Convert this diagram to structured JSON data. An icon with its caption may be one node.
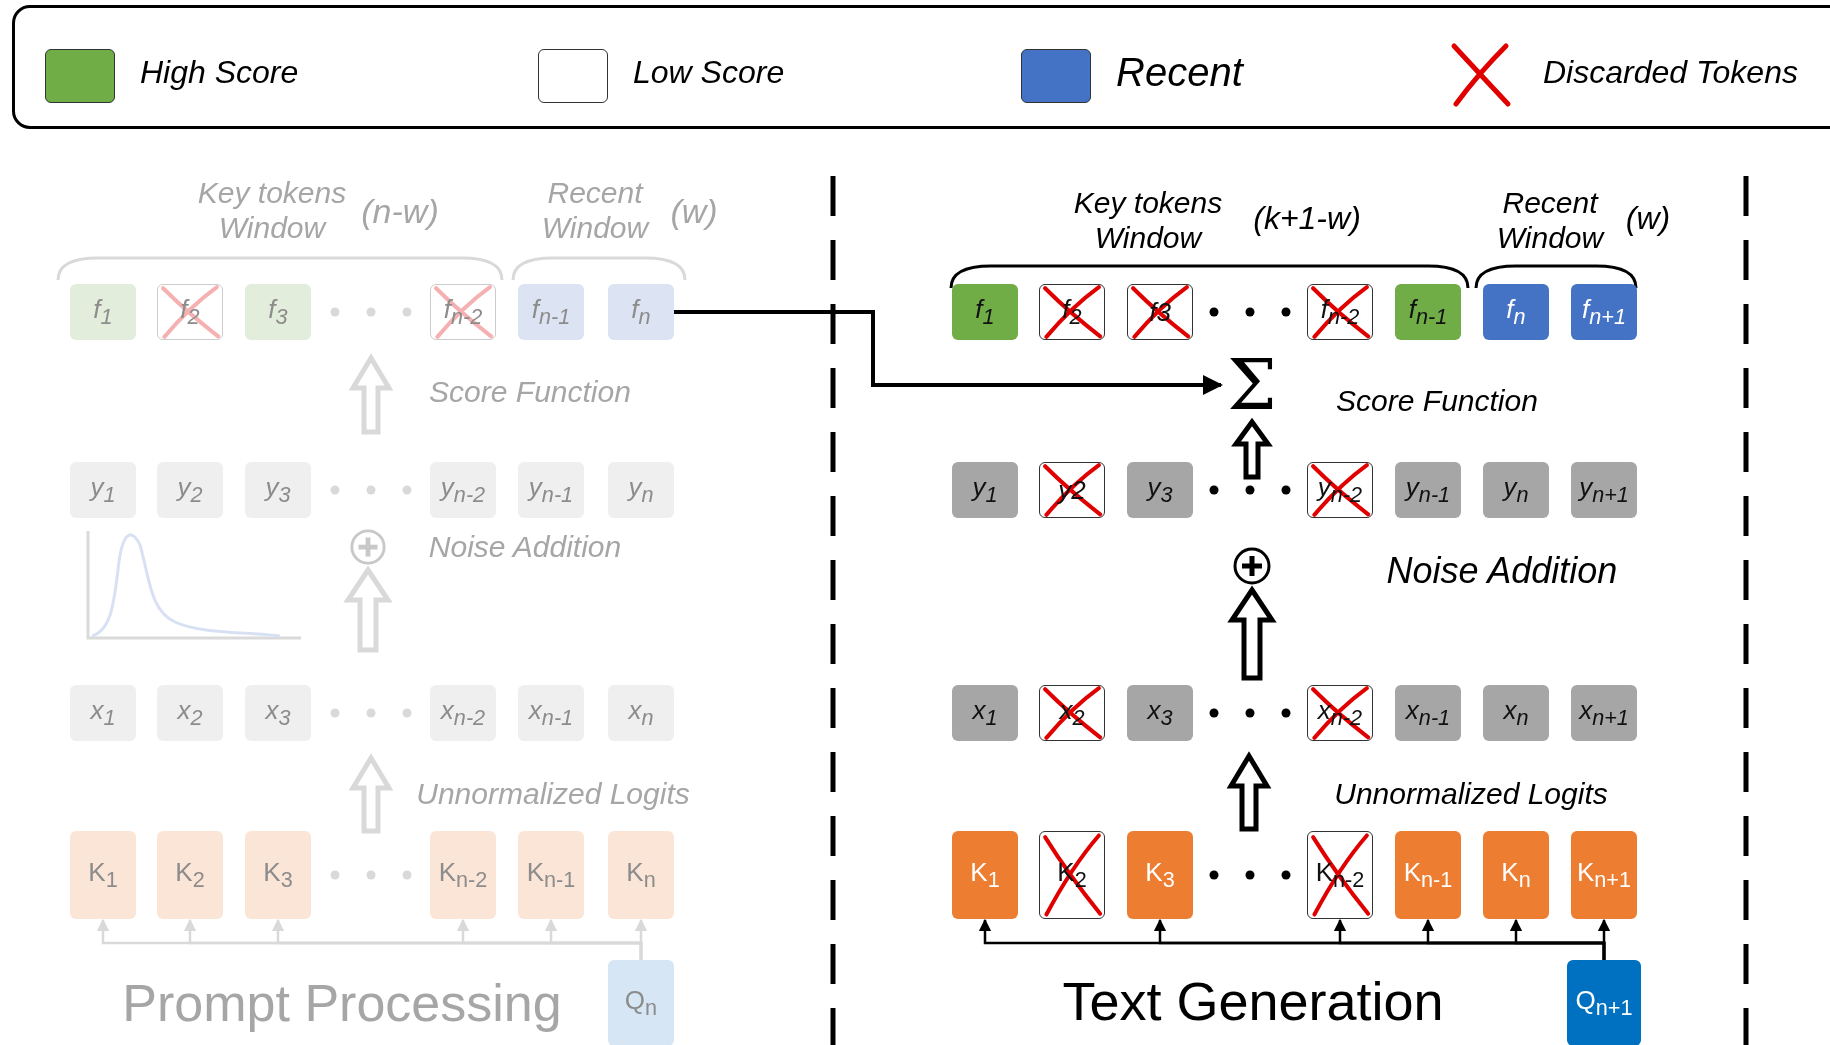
{
  "diagram": {
    "nodes": [
      {
        "text": [
          "f$_{1}$"
        ]
      },
      {
        "text": [
          "f$_{2}$"
        ]
      },
      {
        "text": [
          "f$_{3}$"
        ]
      },
      {
        "text": [
          "f$_{n-2}$"
        ]
      },
      {
        "text": [
          "f$_{n-1}$"
        ]
      },
      {
        "text": [
          "f$_{n}$"
        ]
      },
      {
        "text": [
          "y$_{1}$"
        ]
      },
      {
        "text": [
          "y$_{2}$"
        ]
      },
      {
        "text": [
          "y$_{3}$"
        ]
      },
      {
        "text": [
          "y$_{n-2}$"
        ]
      },
      {
        "text": [
          "y$_{n-1}$"
        ]
      },
      {
        "text": [
          "y$_{n}$"
        ]
      },
      {
        "text": [],
        "shape": "circle"
      },
      {
        "text": [
          "x$_{1}$"
        ]
      },
      {
        "text": [
          "x$_{2}$"
        ]
      },
      {
        "text": [
          "x$_{3}$"
        ]
      },
      {
        "text": [
          "x$_{n-2}$"
        ]
      },
      {
        "text": [
          "x$_{n-1}$"
        ]
      },
      {
        "text": [
          "x$_{n}$"
        ]
      },
      {
        "text": [
          "K$_{1}$"
        ]
      },
      {
        "text": [
          "K$_{2}$"
        ]
      },
      {
        "text": [
          "K$_{3}$"
        ]
      },
      {
        "text": [
          "K$_{n-2}$"
        ]
      },
      {
        "text": [
          "K$_{n-1}$"
        ]
      },
      {
        "text": [
          "K$_{n}$"
        ]
      },
      {
        "text": [
          "Q$_{n}$"
        ]
      },
      {
        "text": [
          "f$_{1}$"
        ]
      },
      {
        "text": [
          "f$_{2}$"
        ]
      },
      {
        "text": [
          "f3"
        ]
      },
      {
        "text": [
          "f$_{n-2}$"
        ]
      },
      {
        "text": [
          "f$_{n-1}$"
        ]
      },
      {
        "text": [
          "f$_{n}$"
        ]
      },
      {
        "text": [
          "f$_{n+1}$"
        ]
      },
      {
        "text": [
          "Σ"
        ]
      },
      {
        "text": [
          "y$_{1}$"
        ]
      },
      {
        "text": [
          "y2"
        ]
      },
      {
        "text": [
          "y$_{3}$"
        ]
      },
      {
        "text": [
          "y$_{n-2}$"
        ]
      },
      {
        "text": [
          "y$_{n-1}$"
        ]
      },
      {
        "text": [
          "y$_{n}$"
        ]
      },
      {
        "text": [
          "y$_{n+1}$"
        ]
      },
      {
        "text": [],
        "shape": "circle"
      },
      {
        "text": [
          "x$_{1}$"
        ]
      },
      {
        "text": [
          "x$_{2}$"
        ]
      },
      {
        "text": [
          "x$_{3}$"
        ]
      },
      {
        "text": [
          "x$_{n-2}$"
        ]
      },
      {
        "text": [
          "x$_{n-1}$"
        ]
      },
      {
        "text": [
          "x$_{n}$"
        ]
      },
      {
        "text": [
          "x$_{n+1}$"
        ]
      },
      {
        "text": [
          "K$_{1}$"
        ]
      },
      {
        "text": [
          "K$_{2}$"
        ]
      },
      {
        "text": [
          "K$_{3}$"
        ]
      },
      {
        "text": [
          "K$_{n-2}$"
        ]
      },
      {
        "text": [
          "K$_{n-1}$"
        ]
      },
      {
        "text": [
          "K$_{n}$"
        ]
      },
      {
        "text": [
          "K$_{n+1}$"
        ]
      },
      {
        "text": [
          "Q$_{n+1}$"
        ]
      }
    ],
    "edges": [
      {
        "from": 25,
        "to": 19,
        "arrow": "to",
        "color": "#d9d9d9"
      },
      {
        "from": 25,
        "to": 20,
        "arrow": "to",
        "color": "#d9d9d9"
      },
      {
        "from": 25,
        "to": 21,
        "arrow": "to",
        "color": "#d9d9d9"
      },
      {
        "from": 25,
        "to": 22,
        "arrow": "to",
        "color": "#d9d9d9"
      },
      {
        "from": 25,
        "to": 23,
        "arrow": "to",
        "color": "#d9d9d9"
      },
      {
        "from": 25,
        "to": 24,
        "arrow": "to",
        "color": "#d9d9d9"
      },
      {
        "from": 5,
        "to": 33,
        "arrow": "to"
      },
      {
        "from": null,
        "to": 12,
        "arrow": "to",
        "color": "#d9d9d9"
      },
      {
        "from": null,
        "to": 41,
        "arrow": "to"
      },
      {
        "from": null,
        "to": 33,
        "arrow": "to"
      },
      {
        "from": 56,
        "to": 49,
        "arrow": "to"
      },
      {
        "from": 56,
        "to": 51,
        "arrow": "to"
      },
      {
        "from": 56,
        "to": 52,
        "arrow": "to"
      },
      {
        "from": 56,
        "to": 53,
        "arrow": "to"
      },
      {
        "from": 56,
        "to": 54,
        "arrow": "to"
      },
      {
        "from": 56,
        "to": 55,
        "arrow": "to"
      }
    ],
    "labels": [
      "Key tokens Window",
      "(n-w)",
      "Recent Window",
      "(w)",
      "Score Function",
      "Noise Addition",
      "Unnormalized Logits",
      "Prompt Processing",
      "Key tokens Window",
      "(k+1-w)",
      "Recent Window",
      "(w)",
      "Score Function",
      "Noise Addition",
      "Unnormalized Logits",
      "Text Generation"
    ],
    "legend": [
      {
        "text": "High Score",
        "color": "#70ad47"
      },
      {
        "text": "Low Score",
        "color": "#ffffff"
      },
      {
        "text": "Recent",
        "color": "#4472c4"
      },
      {
        "text": "Discarded Tokens"
      }
    ]
  }
}
